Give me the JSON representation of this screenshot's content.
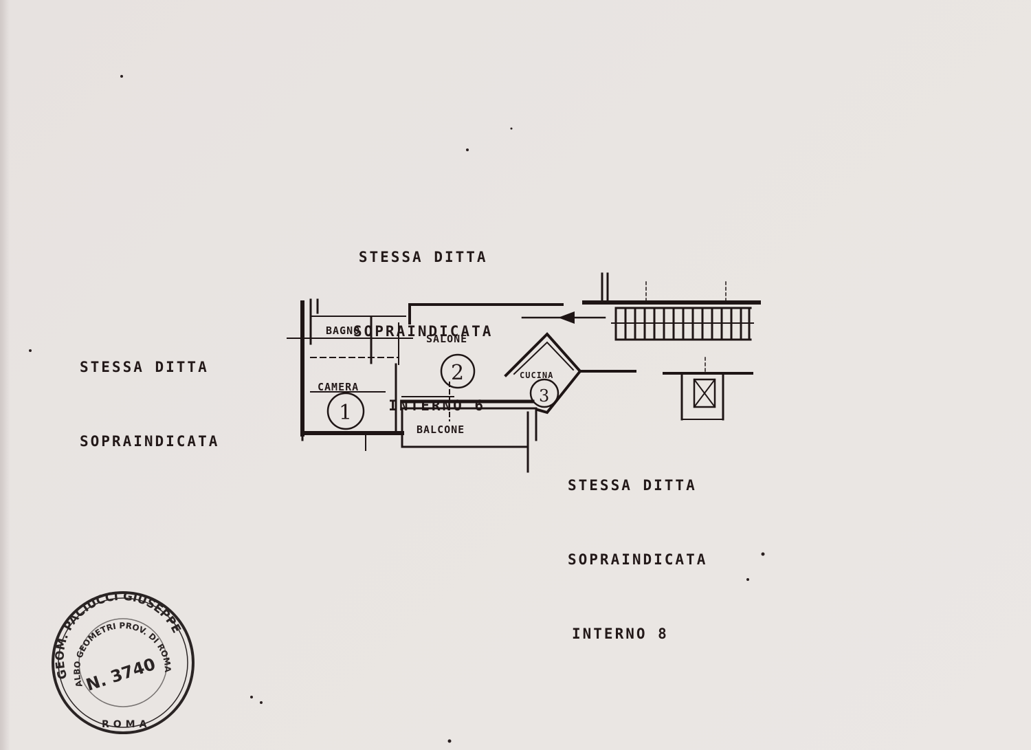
{
  "labels": {
    "north": {
      "line1": "STESSA DITTA",
      "line2": "SOPRAINDICATA",
      "line3": "INTERNO 6"
    },
    "west": {
      "line1": "STESSA DITTA",
      "line2": "SOPRAINDICATA"
    },
    "southeast": {
      "line1": "STESSA DITTA",
      "line2": "SOPRAINDICATA",
      "line3": "INTERNO 8"
    }
  },
  "rooms": {
    "bagno": "BAGNO",
    "salone": "SALONE",
    "camera": "CAMERA",
    "cucina": "CUCINA",
    "balcone": "BALCONE"
  },
  "room_numbers": {
    "camera": "1",
    "salone": "2",
    "cucina": "3"
  },
  "stamp": {
    "outer_text": "GEOM. PACIUCCI GIUSEPPE",
    "inner_text": "ALBO GEOMETRI PROV. DI ROMA",
    "number": "N. 3740",
    "city": "ROMA"
  }
}
